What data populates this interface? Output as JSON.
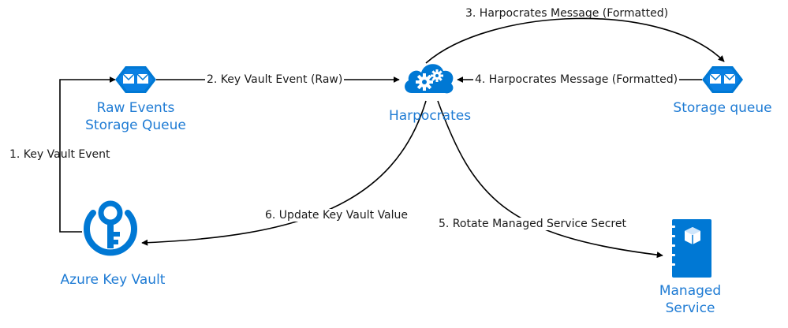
{
  "colors": {
    "accent": "#1e7bd4",
    "icon": "#0078d4",
    "line": "#000000"
  },
  "nodes": {
    "raw_queue": {
      "line1": "Raw Events",
      "line2": "Storage Queue",
      "icon": "queue-icon"
    },
    "harpocrates": {
      "label": "Harpocrates",
      "icon": "cloud-gears-icon"
    },
    "storage_queue": {
      "label": "Storage queue",
      "icon": "queue-icon"
    },
    "key_vault": {
      "label": "Azure Key Vault",
      "icon": "key-vault-icon"
    },
    "managed_service": {
      "line1": "Managed",
      "line2": "Service",
      "icon": "notebook-icon"
    }
  },
  "edges": {
    "e1": "1. Key Vault Event",
    "e2": "2. Key Vault Event (Raw)",
    "e3": "3. Harpocrates Message (Formatted)",
    "e4": "4. Harpocrates Message (Formatted)",
    "e5": "5. Rotate Managed Service Secret",
    "e6": "6. Update Key Vault Value"
  }
}
